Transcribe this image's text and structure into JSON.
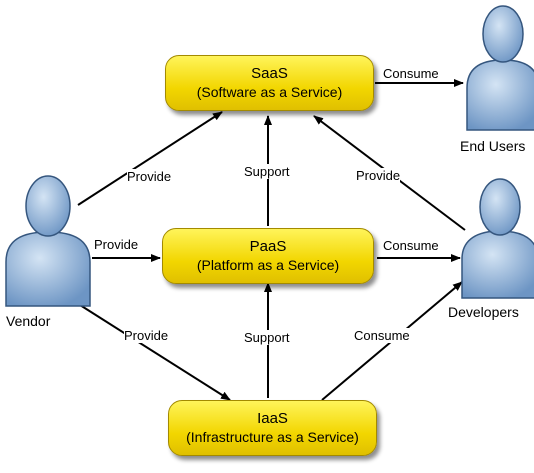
{
  "services": {
    "saas": {
      "name": "SaaS",
      "full": "(Software as a Service)"
    },
    "paas": {
      "name": "PaaS",
      "full": "(Platform as a Service)"
    },
    "iaas": {
      "name": "IaaS",
      "full": "(Infrastructure as a Service)"
    }
  },
  "actors": {
    "vendor": "Vendor",
    "end_users": "End Users",
    "developers": "Developers"
  },
  "relations": {
    "vendor_saas": "Provide",
    "vendor_paas": "Provide",
    "vendor_iaas": "Provide",
    "paas_saas": "Support",
    "iaas_paas": "Support",
    "dev_saas": "Provide",
    "saas_users": "Consume",
    "paas_dev": "Consume",
    "iaas_dev": "Consume"
  },
  "colors": {
    "box_fill": "#f5dc10",
    "box_border": "#a38a00",
    "actor_fill": "#8fb2d8",
    "arrow": "#000000"
  }
}
